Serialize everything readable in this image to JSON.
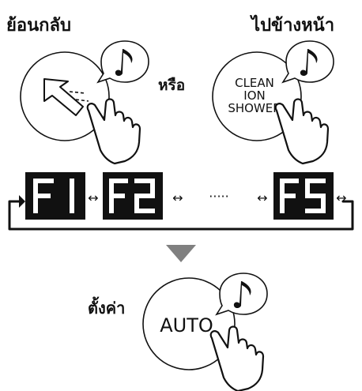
{
  "labels": {
    "back": "ย้อนกลับ",
    "forward": "ไปข้างหน้า",
    "or": "หรือ",
    "set": "ตั้งค่า"
  },
  "buttons": {
    "clean_line1": "CLEAN",
    "clean_line2": "ION",
    "clean_line3": "SHOWER",
    "auto": "AUTO"
  },
  "displays": {
    "d1": "F 1",
    "d2": "F2",
    "d5": "F5",
    "dots": "·····"
  },
  "icons": {
    "back": "back-arrow-icon",
    "beep": "music-note-icon",
    "hand": "pointing-hand-icon",
    "arrow": "triangle-down-icon"
  },
  "colors": {
    "display_bg": "#111111",
    "arrow": "#808080"
  }
}
